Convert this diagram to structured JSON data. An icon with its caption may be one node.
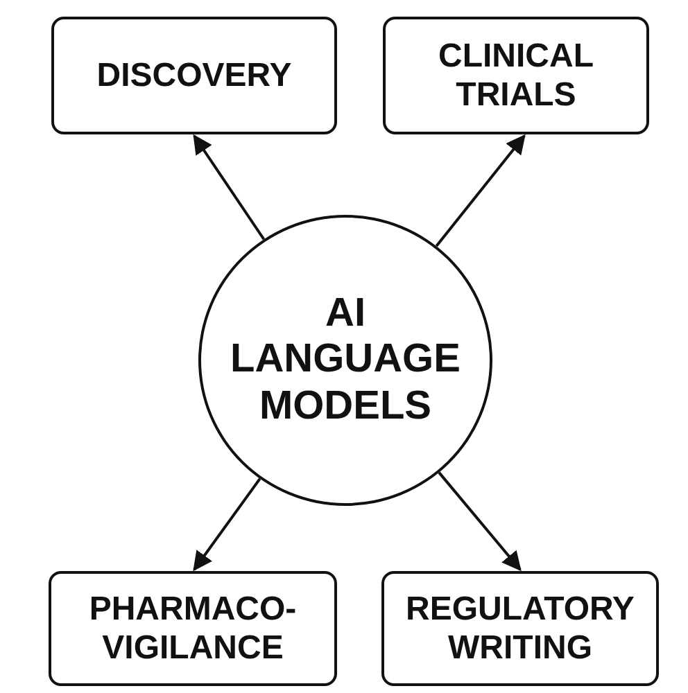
{
  "diagram": {
    "nodes": [
      {
        "text": [
          "DISCOVERY"
        ]
      },
      {
        "text": [
          "CLINICAL TRIALS"
        ]
      },
      {
        "text": [
          "AI LANGUAGE MODELS"
        ]
      },
      {
        "text": [
          "PHARMACO- VIGILANCE"
        ]
      },
      {
        "text": [
          "REGULATORY WRITING"
        ]
      }
    ],
    "edges": [
      {
        "from": 2,
        "to": 0,
        "arrow": "to"
      },
      {
        "from": 2,
        "to": 1,
        "arrow": "to"
      },
      {
        "from": 2,
        "to": 3,
        "arrow": "to"
      },
      {
        "from": 2,
        "to": 4,
        "arrow": "to"
      }
    ]
  }
}
